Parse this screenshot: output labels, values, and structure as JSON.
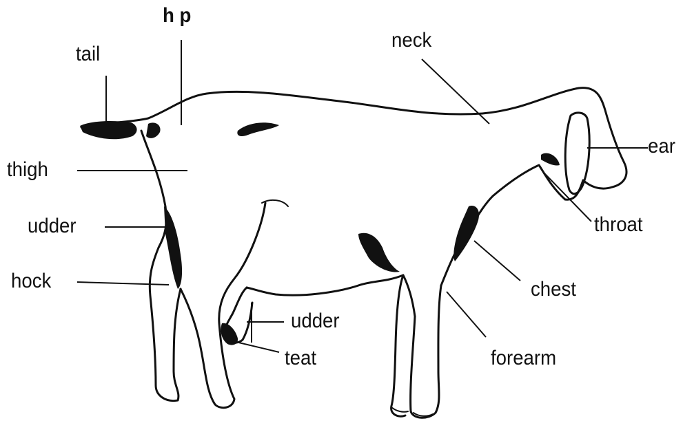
{
  "labels": {
    "tail": "tail",
    "hip": "h p",
    "neck": "neck",
    "ear": "ear",
    "thigh": "thigh",
    "udder_rear": "udder",
    "throat": "throat",
    "hock": "hock",
    "chest": "chest",
    "udder_front": "udder",
    "teat": "teat",
    "forearm": "forearm"
  },
  "colors": {
    "ink": "#111111",
    "paper": "#ffffff"
  }
}
